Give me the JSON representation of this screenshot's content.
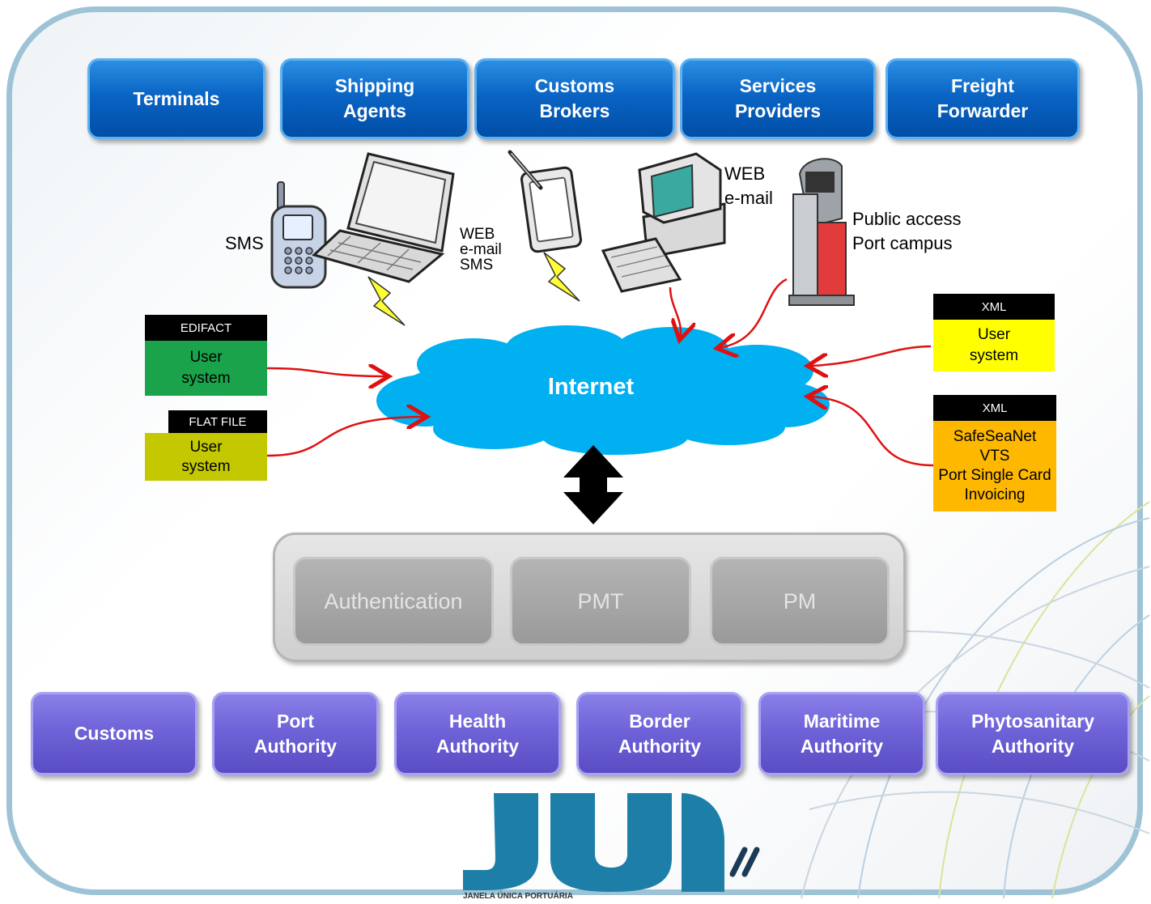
{
  "top_actors": [
    "Terminals",
    "Shipping\nAgents",
    "Customs\nBrokers",
    "Services\nProviders",
    "Freight\nForwarder"
  ],
  "channel_labels": {
    "phone": "SMS",
    "laptop": "WEB\ne-mail\nSMS",
    "desktop": "WEB\ne-mail",
    "kiosk": "Public access\nPort campus"
  },
  "cloud_label": "Internet",
  "left_systems": [
    {
      "format": "EDIFACT",
      "label": "User\nsystem",
      "color": "#1aa34a"
    },
    {
      "format": "FLAT FILE",
      "label": "User\nsystem",
      "color": "#c3c800"
    }
  ],
  "right_systems": [
    {
      "format": "XML",
      "label": "User\nsystem",
      "color": "#ffff00"
    },
    {
      "format": "XML",
      "label": "SafeSeaNet\nVTS\nPort Single Card\nInvoicing",
      "color": "#ffb800"
    }
  ],
  "core_modules": [
    "Authentication",
    "PMT",
    "PM"
  ],
  "authorities": [
    "Customs",
    "Port\nAuthority",
    "Health\nAuthority",
    "Border\nAuthority",
    "Maritime\nAuthority",
    "Phytosanitary\nAuthority"
  ],
  "logo": {
    "text": "JUP",
    "suffix": "II",
    "tagline": "JANELA ÚNICA PORTUÁRIA"
  }
}
